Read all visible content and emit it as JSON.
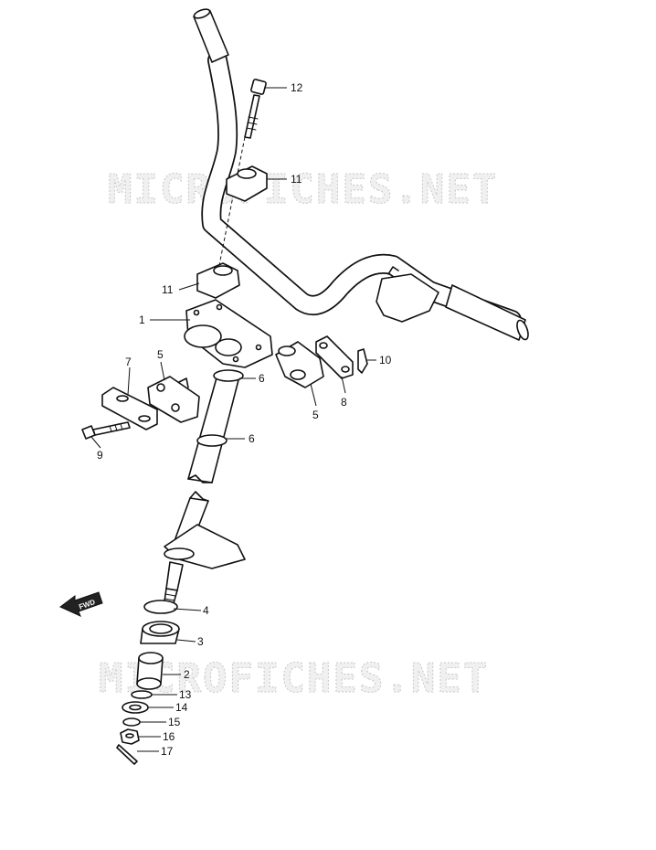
{
  "watermark": {
    "top": "MICROFICHES.NET",
    "bottom": "MICROFICHES.NET"
  },
  "fwd_label": "FWD",
  "callouts": [
    {
      "id": "1",
      "label": "1"
    },
    {
      "id": "2",
      "label": "2"
    },
    {
      "id": "3",
      "label": "3"
    },
    {
      "id": "4",
      "label": "4"
    },
    {
      "id": "5a",
      "label": "5"
    },
    {
      "id": "5b",
      "label": "5"
    },
    {
      "id": "6a",
      "label": "6"
    },
    {
      "id": "6b",
      "label": "6"
    },
    {
      "id": "7",
      "label": "7"
    },
    {
      "id": "8",
      "label": "8"
    },
    {
      "id": "9",
      "label": "9"
    },
    {
      "id": "10",
      "label": "10"
    },
    {
      "id": "11a",
      "label": "11"
    },
    {
      "id": "11b",
      "label": "11"
    },
    {
      "id": "12",
      "label": "12"
    },
    {
      "id": "13",
      "label": "13"
    },
    {
      "id": "14",
      "label": "14"
    },
    {
      "id": "15",
      "label": "15"
    },
    {
      "id": "16",
      "label": "16"
    },
    {
      "id": "17",
      "label": "17"
    }
  ]
}
